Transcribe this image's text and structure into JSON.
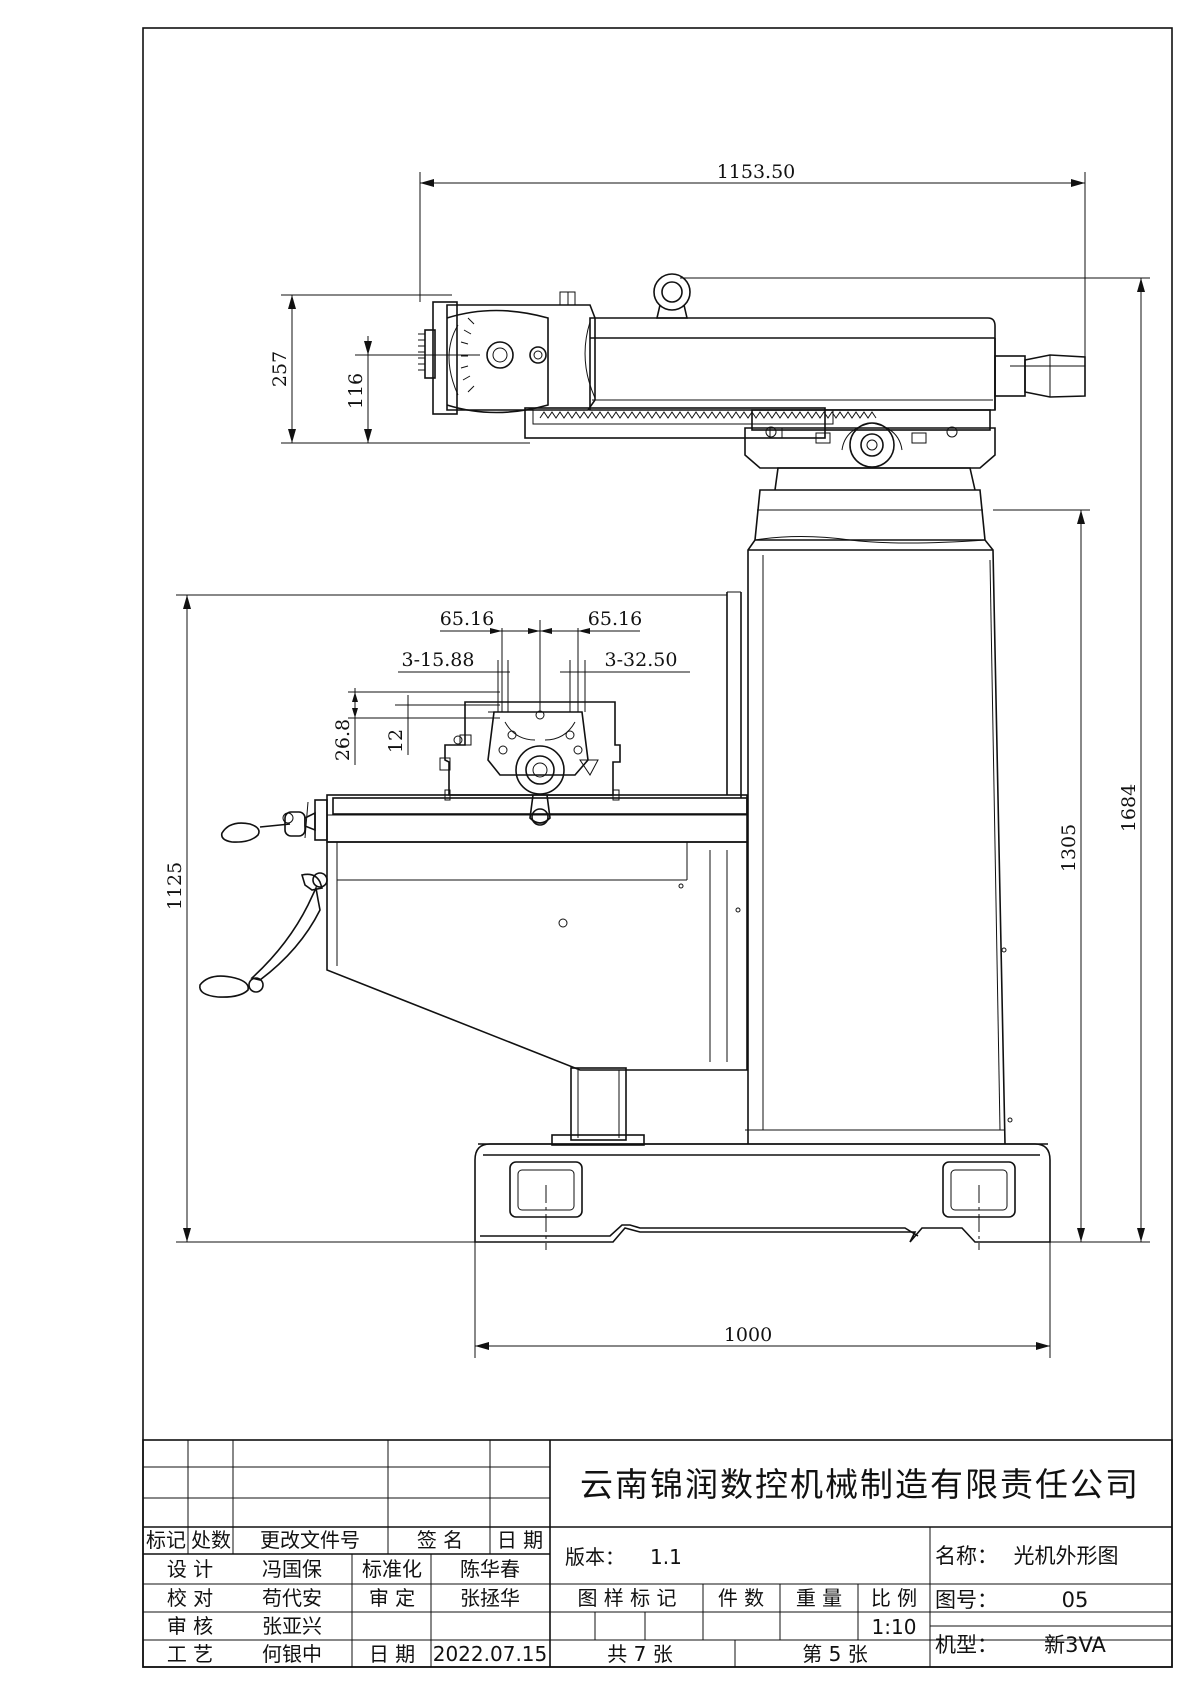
{
  "dimensions": {
    "head_length": "1153.50",
    "total_height": "1684",
    "column_height": "1305",
    "table_height": "1125",
    "base_width": "1000",
    "head_height": "257",
    "spindle_offset": "116",
    "slot_pitch_left": "65.16",
    "slot_pitch_right": "65.16",
    "slot_spec_left": "3-15.88",
    "slot_spec_right": "3-32.50",
    "slot_depth": "26.8",
    "slot_width": "12"
  },
  "title_block": {
    "company": "云南锦润数控机械制造有限责任公司",
    "header_mark": "标记",
    "header_count": "处数",
    "header_change_doc": "更改文件号",
    "header_sign": "签  名",
    "header_date": "日  期",
    "design_label": "设  计",
    "design_name": "冯国保",
    "standard_label": "标准化",
    "standard_name": "陈华春",
    "check_label": "校  对",
    "check_name": "苟代安",
    "approve_label": "审  定",
    "approve_name": "张拯华",
    "review_label": "审  核",
    "review_name": "张亚兴",
    "process_label": "工  艺",
    "process_name": "何银中",
    "date_label": "日  期",
    "date_value": "2022.07.15",
    "version_label": "版本：",
    "version_value": "1.1",
    "sample_mark_label": "图 样 标 记",
    "quantity_label": "件  数",
    "weight_label": "重  量",
    "scale_label": "比  例",
    "scale_value": "1:10",
    "total_sheets": "共 7 张",
    "sheet_no": "第 5 张",
    "name_label": "名称：",
    "name_value": "光机外形图",
    "drawing_no_label": "图号：",
    "drawing_no_value": "05",
    "model_label": "机型：",
    "model_value": "新3VA"
  }
}
